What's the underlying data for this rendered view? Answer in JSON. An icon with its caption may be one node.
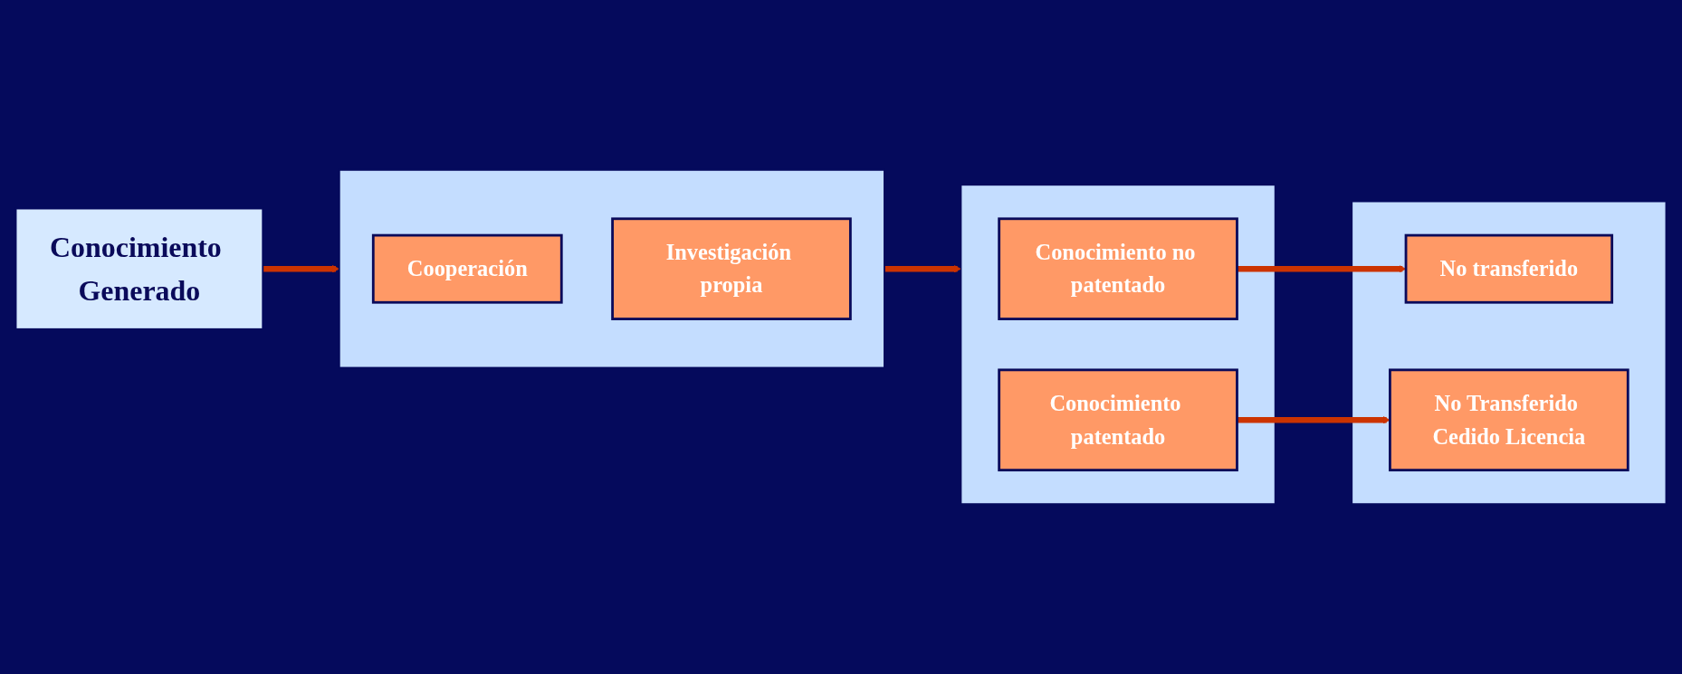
{
  "diagram": {
    "nodes": [
      {
        "text": [
          "Conocimiento Generado"
        ]
      },
      {
        "text": [],
        "shape": "box"
      },
      {
        "text": [
          "Cooperación"
        ],
        "in": 1
      },
      {
        "text": [
          "Investigación propia"
        ],
        "in": 1
      },
      {
        "text": [],
        "shape": "box"
      },
      {
        "text": [
          "Conocimiento no patentado"
        ],
        "in": 4
      },
      {
        "text": [
          "Conocimiento patentado"
        ],
        "in": 4
      },
      {
        "text": [],
        "shape": "box"
      },
      {
        "text": [
          "No transferido"
        ],
        "in": 7
      },
      {
        "text": [
          "No Transferido Cedido Licencia"
        ],
        "in": 7
      }
    ],
    "edges": [
      {
        "from": 0,
        "to": 1,
        "arrow": "to"
      },
      {
        "from": 1,
        "to": 4,
        "arrow": "to"
      },
      {
        "from": 5,
        "to": 8,
        "arrow": "to"
      },
      {
        "from": 6,
        "to": 9,
        "arrow": "to"
      }
    ]
  }
}
